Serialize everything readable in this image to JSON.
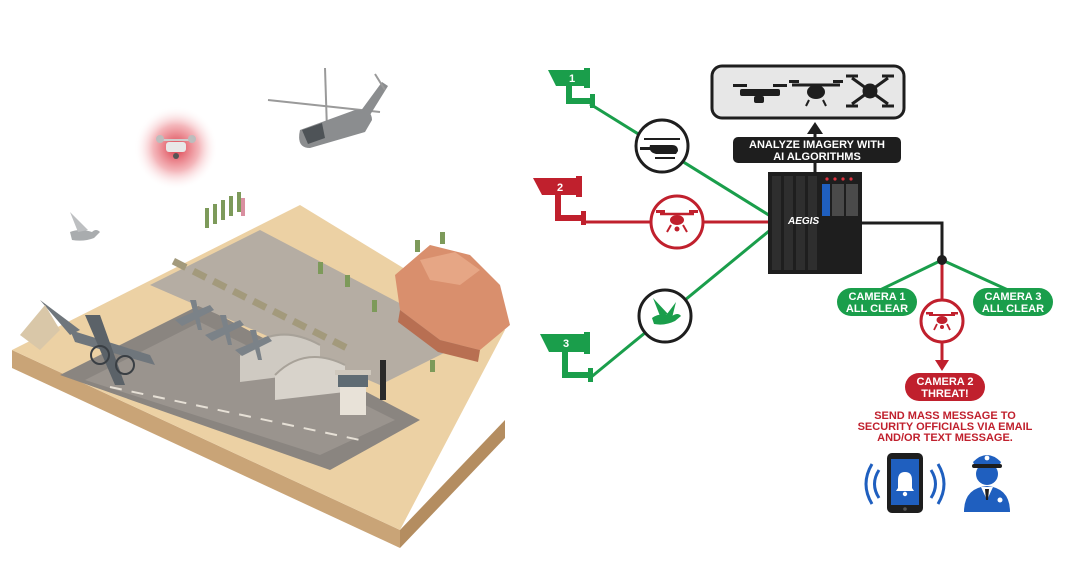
{
  "diagram": {
    "server_label_line1": "ANALYZE IMAGERY WITH",
    "server_label_line2": "AI ALGORITHMS",
    "server_brand": "AEGIS",
    "cameras": [
      {
        "number": "1",
        "color": "#1a9e4b"
      },
      {
        "number": "2",
        "color": "#c0202d"
      },
      {
        "number": "3",
        "color": "#1a9e4b"
      }
    ],
    "detections": [
      {
        "icon": "helicopter-icon",
        "status": "clear"
      },
      {
        "icon": "drone-icon",
        "status": "threat"
      },
      {
        "icon": "bird-icon",
        "status": "clear"
      }
    ],
    "results": {
      "camera1_line1": "CAMERA 1",
      "camera1_line2": "ALL CLEAR",
      "camera3_line1": "CAMERA 3",
      "camera3_line2": "ALL CLEAR",
      "camera2_line1": "CAMERA 2",
      "camera2_line2": "THREAT!"
    },
    "alert": {
      "line1": "SEND MASS MESSAGE TO",
      "line2": "SECURITY OFFICIALS VIA EMAIL",
      "line3": "AND/OR TEXT MESSAGE."
    },
    "colors": {
      "clear": "#1a9e4b",
      "threat": "#c0202d",
      "dark": "#1e1e1e",
      "alert_blue": "#1f5fbf",
      "sand": "#e8c99a"
    }
  }
}
